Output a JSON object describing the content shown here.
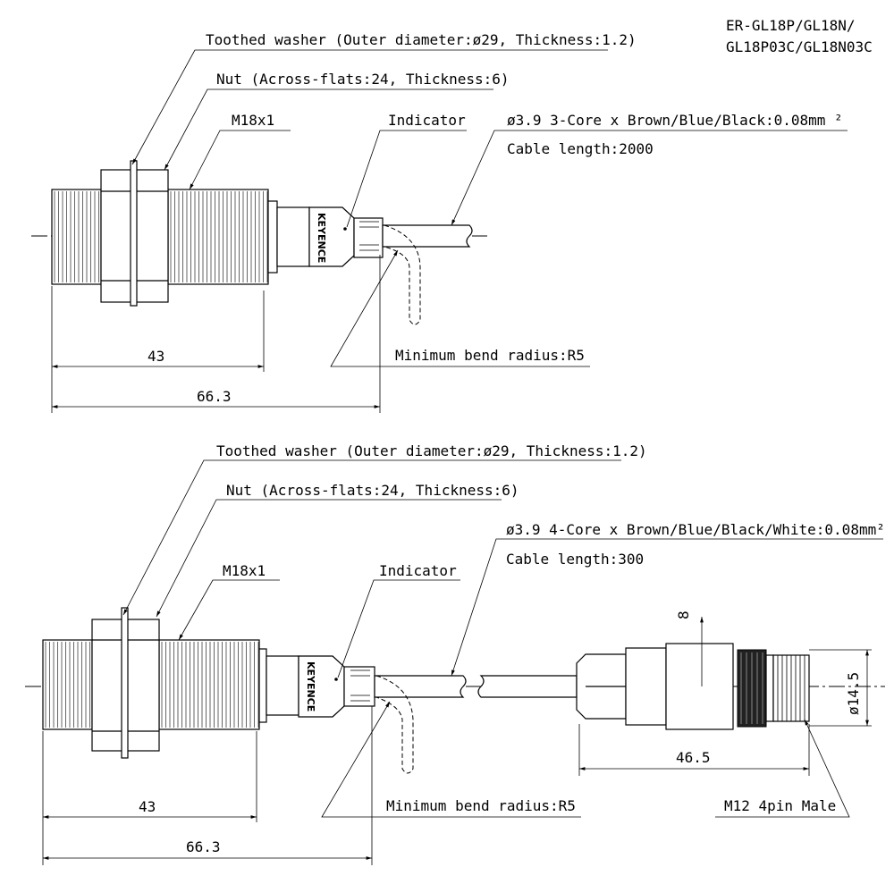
{
  "model": {
    "line1": "ER-GL18P/GL18N/",
    "line2": "GL18P03C/GL18N03C"
  },
  "top_drawing": {
    "washer_label": "Toothed washer (Outer diameter:ø29, Thickness:1.2)",
    "nut_label": "Nut (Across-flats:24, Thickness:6)",
    "thread_label": "M18x1",
    "indicator_label": "Indicator",
    "cable_label": "ø3.9 3-Core x Brown/Blue/Black:0.08mm ²",
    "cable_length": "Cable length:2000",
    "bend_label": "Minimum bend radius:R5",
    "dim_thread": "43",
    "dim_total": "66.3",
    "brand": "KEYENCE"
  },
  "bottom_drawing": {
    "washer_label": "Toothed washer (Outer diameter:ø29, Thickness:1.2)",
    "nut_label": "Nut (Across-flats:24, Thickness:6)",
    "thread_label": "M18x1",
    "indicator_label": "Indicator",
    "cable_label": "ø3.9 4-Core x Brown/Blue/Black/White:0.08mm²",
    "cable_length": "Cable length:300",
    "bend_label": "Minimum bend radius:R5",
    "dim_thread": "43",
    "dim_total": "66.3",
    "dim_connector": "46.5",
    "dim_diameter": "ø14.5",
    "dim_offset": "8",
    "connector_label": "M12 4pin Male",
    "brand": "KEYENCE"
  }
}
